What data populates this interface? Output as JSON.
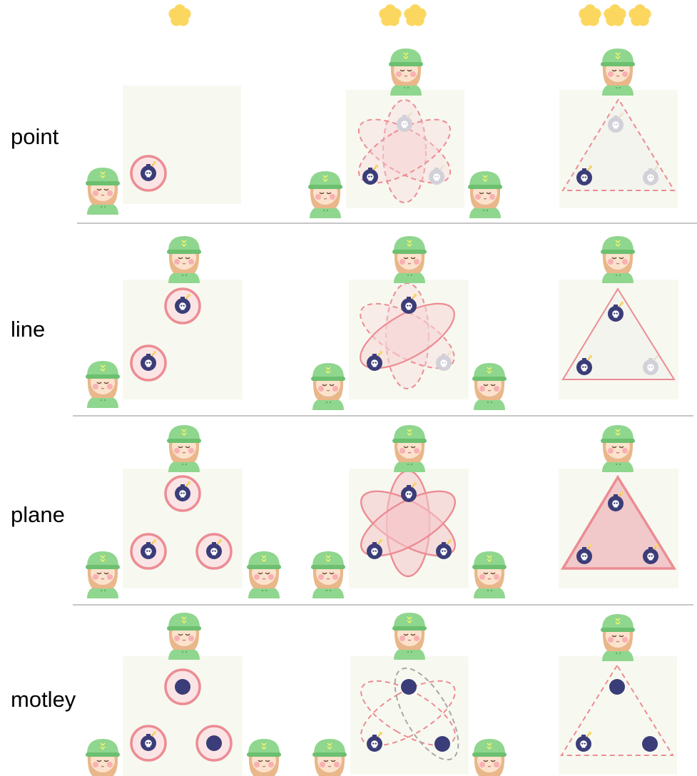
{
  "stars": [
    "star-1",
    "star-2",
    "star-3"
  ],
  "rows": [
    {
      "label": "point"
    },
    {
      "label": "line"
    },
    {
      "label": "plane"
    },
    {
      "label": "motley"
    }
  ],
  "colors": {
    "panel": "#f7f9f0",
    "ring": "#ec8c93",
    "ring_fill": "#fbe4e5",
    "bomb": "#3a3d78",
    "bomb_faded": "#d2d0d8",
    "dot": "#3a3d78",
    "grey_dash": "#a7a7a7",
    "star": "#fcd760",
    "helmet": "#8fd68e",
    "hair": "#e9b78a",
    "face": "#fbe2cc",
    "divider": "#c6c6c6"
  }
}
